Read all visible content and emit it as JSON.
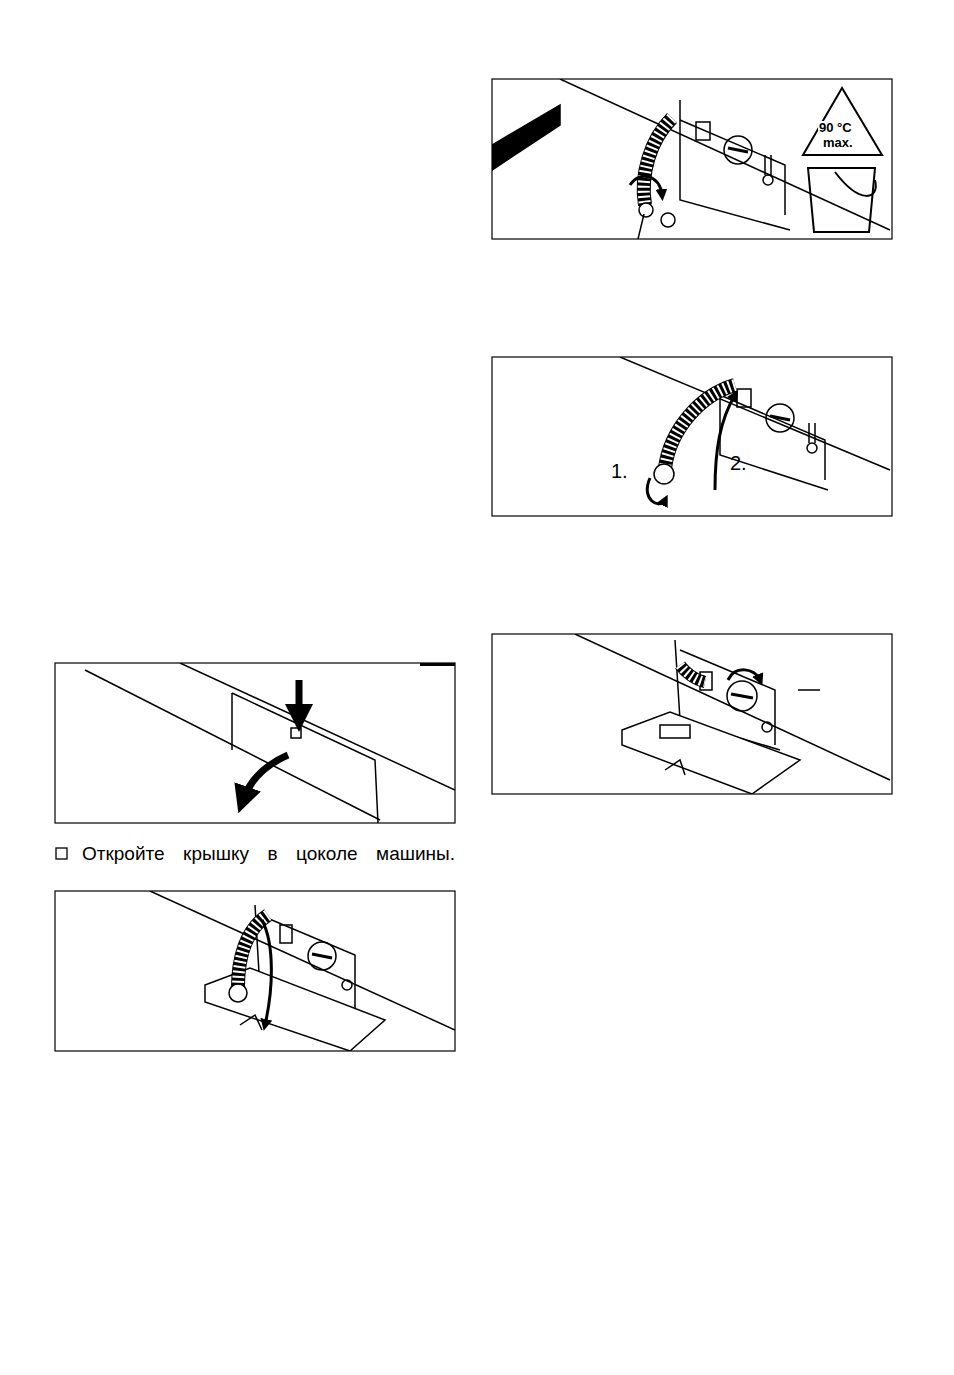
{
  "diagram": {
    "labels": [
      "Откройте крышку в цоколе машины.",
      "90 °C",
      "max.",
      "1.",
      "2."
    ]
  }
}
